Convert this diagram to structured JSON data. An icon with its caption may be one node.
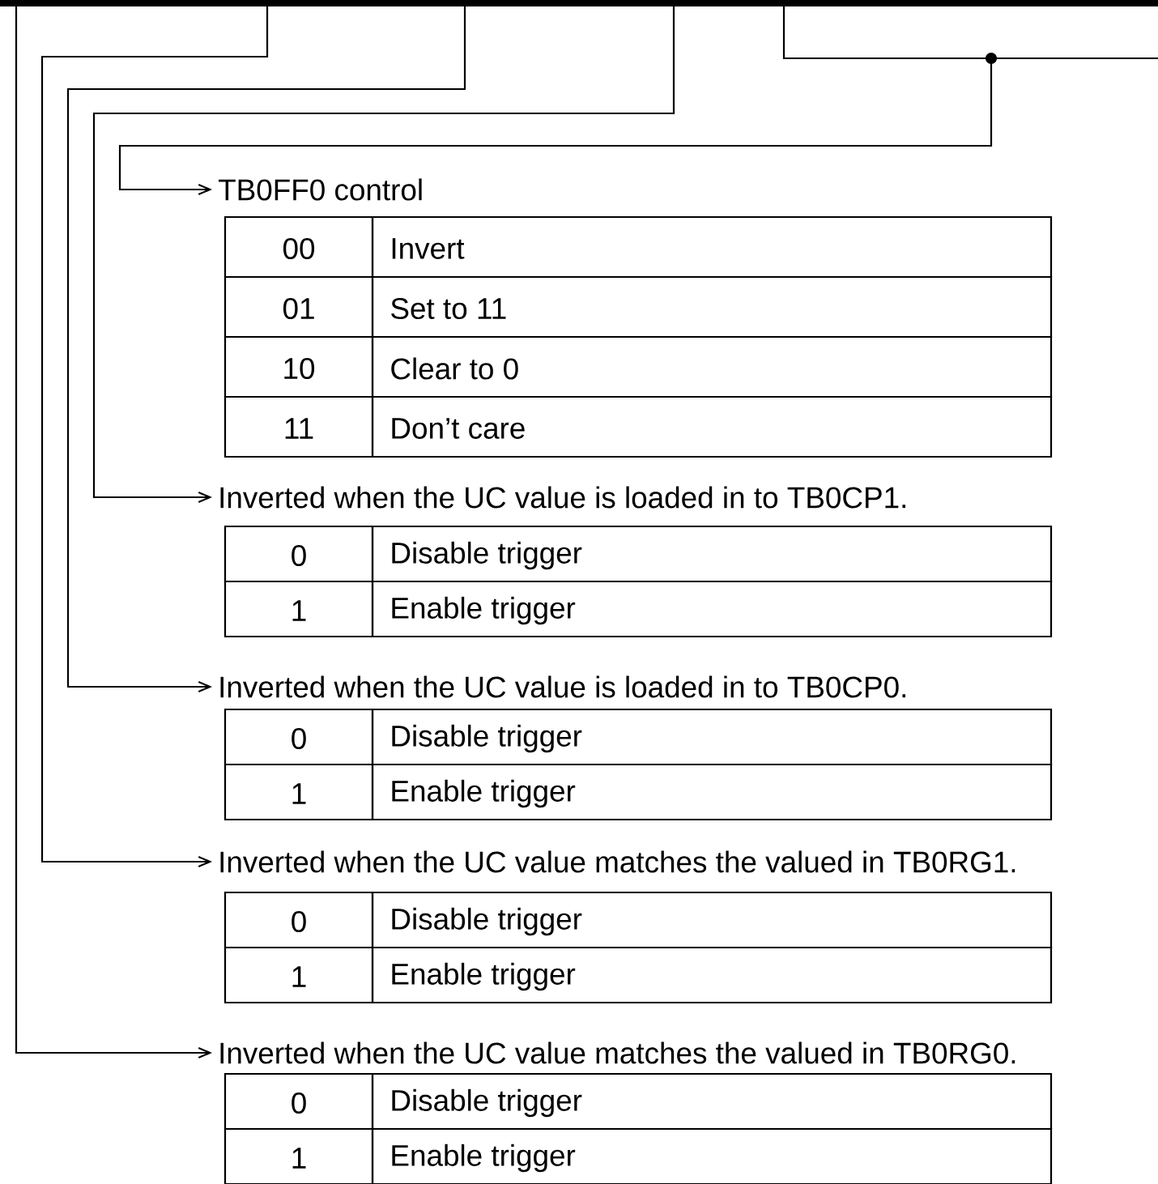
{
  "diagram": {
    "nodes": [
      {
        "text": [
          "TB0FF0 control"
        ]
      },
      {
        "text": [
          "Inverted when the UC value is loaded in to TB0CP1."
        ]
      },
      {
        "text": [
          "Inverted when the UC value is loaded in to TB0CP0."
        ]
      },
      {
        "text": [
          "Inverted when the UC value matches the valued in TB0RG1."
        ]
      },
      {
        "text": [
          "Inverted when the UC value matches the valued in TB0RG0."
        ]
      }
    ],
    "edges": [
      {
        "from": null,
        "to": 0,
        "arrow": "to"
      },
      {
        "from": null,
        "to": 1,
        "arrow": "to"
      },
      {
        "from": null,
        "to": 2,
        "arrow": "to"
      },
      {
        "from": null,
        "to": 3,
        "arrow": "to"
      },
      {
        "from": null,
        "to": 4,
        "arrow": "to"
      }
    ],
    "labels": [
      "00",
      "Invert",
      "01",
      "Set to 11",
      "10",
      "Clear to 0",
      "11",
      "Don’t care",
      "0",
      "Disable trigger",
      "1",
      "Enable trigger",
      "0",
      "Disable trigger",
      "1",
      "Enable trigger",
      "0",
      "Disable trigger",
      "1",
      "Enable trigger",
      "0",
      "Disable trigger",
      "1",
      "Enable trigger"
    ]
  }
}
